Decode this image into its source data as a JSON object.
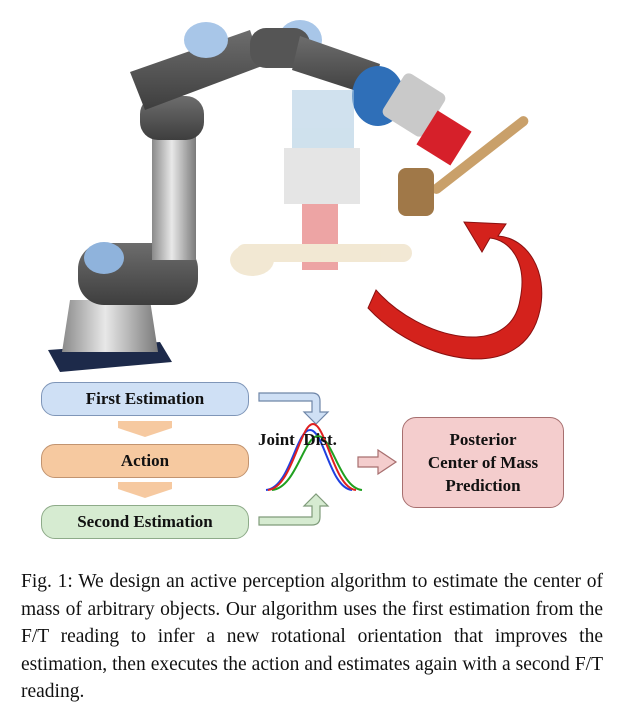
{
  "flow": {
    "first_estimation": "First Estimation",
    "action": "Action",
    "second_estimation": "Second Estimation",
    "joint_label": "Joint  Dist.",
    "posterior_line1": "Posterior",
    "posterior_line2": "Center of Mass",
    "posterior_line3": "Prediction"
  },
  "colors": {
    "first": "#cfe0f5",
    "action": "#f6c9a0",
    "second": "#d6ebd1",
    "posterior": "#f4cdcd",
    "curve_red": "#e02020",
    "curve_blue": "#2040e0",
    "curve_green": "#20a020",
    "rotation_arrow": "#d4221c"
  },
  "caption": "Fig. 1: We design an active perception algorithm to estimate the center of mass of arbitrary objects. Our algorithm uses the first estimation from the F/T reading to infer a new rotational orientation that improves the estimation, then executes the action and estimates again with a second F/T reading."
}
